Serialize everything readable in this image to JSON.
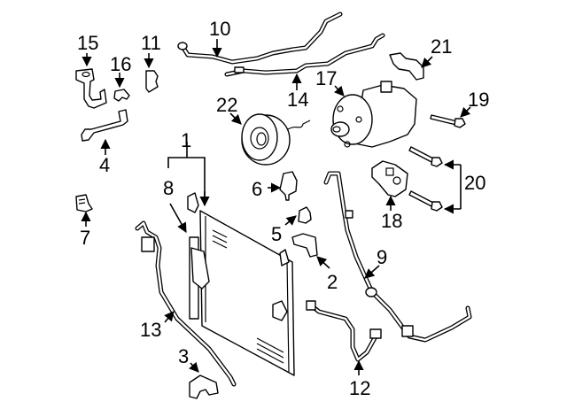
{
  "diagram": {
    "title": "A/C Condenser, Compressor & Lines — parts diagram",
    "background": "#ffffff",
    "line_color": "#000000",
    "callouts": [
      {
        "id": "1",
        "label": "1",
        "part": "condenser-assembly"
      },
      {
        "id": "2",
        "label": "2",
        "part": "bracket"
      },
      {
        "id": "3",
        "label": "3",
        "part": "bracket"
      },
      {
        "id": "4",
        "label": "4",
        "part": "bracket"
      },
      {
        "id": "5",
        "label": "5",
        "part": "insulator"
      },
      {
        "id": "6",
        "label": "6",
        "part": "bracket"
      },
      {
        "id": "7",
        "label": "7",
        "part": "clip"
      },
      {
        "id": "8",
        "label": "8",
        "part": "receiver-drier"
      },
      {
        "id": "9",
        "label": "9",
        "part": "suction-hose"
      },
      {
        "id": "10",
        "label": "10",
        "part": "discharge-line"
      },
      {
        "id": "11",
        "label": "11",
        "part": "clamp"
      },
      {
        "id": "12",
        "label": "12",
        "part": "discharge-hose"
      },
      {
        "id": "13",
        "label": "13",
        "part": "liquid-line"
      },
      {
        "id": "14",
        "label": "14",
        "part": "liquid-line"
      },
      {
        "id": "15",
        "label": "15",
        "part": "bracket"
      },
      {
        "id": "16",
        "label": "16",
        "part": "clamp"
      },
      {
        "id": "17",
        "label": "17",
        "part": "compressor"
      },
      {
        "id": "18",
        "label": "18",
        "part": "compressor-bracket"
      },
      {
        "id": "19",
        "label": "19",
        "part": "bolt"
      },
      {
        "id": "20",
        "label": "20",
        "part": "bolts"
      },
      {
        "id": "21",
        "label": "21",
        "part": "bracket"
      },
      {
        "id": "22",
        "label": "22",
        "part": "clutch-pulley"
      }
    ]
  }
}
